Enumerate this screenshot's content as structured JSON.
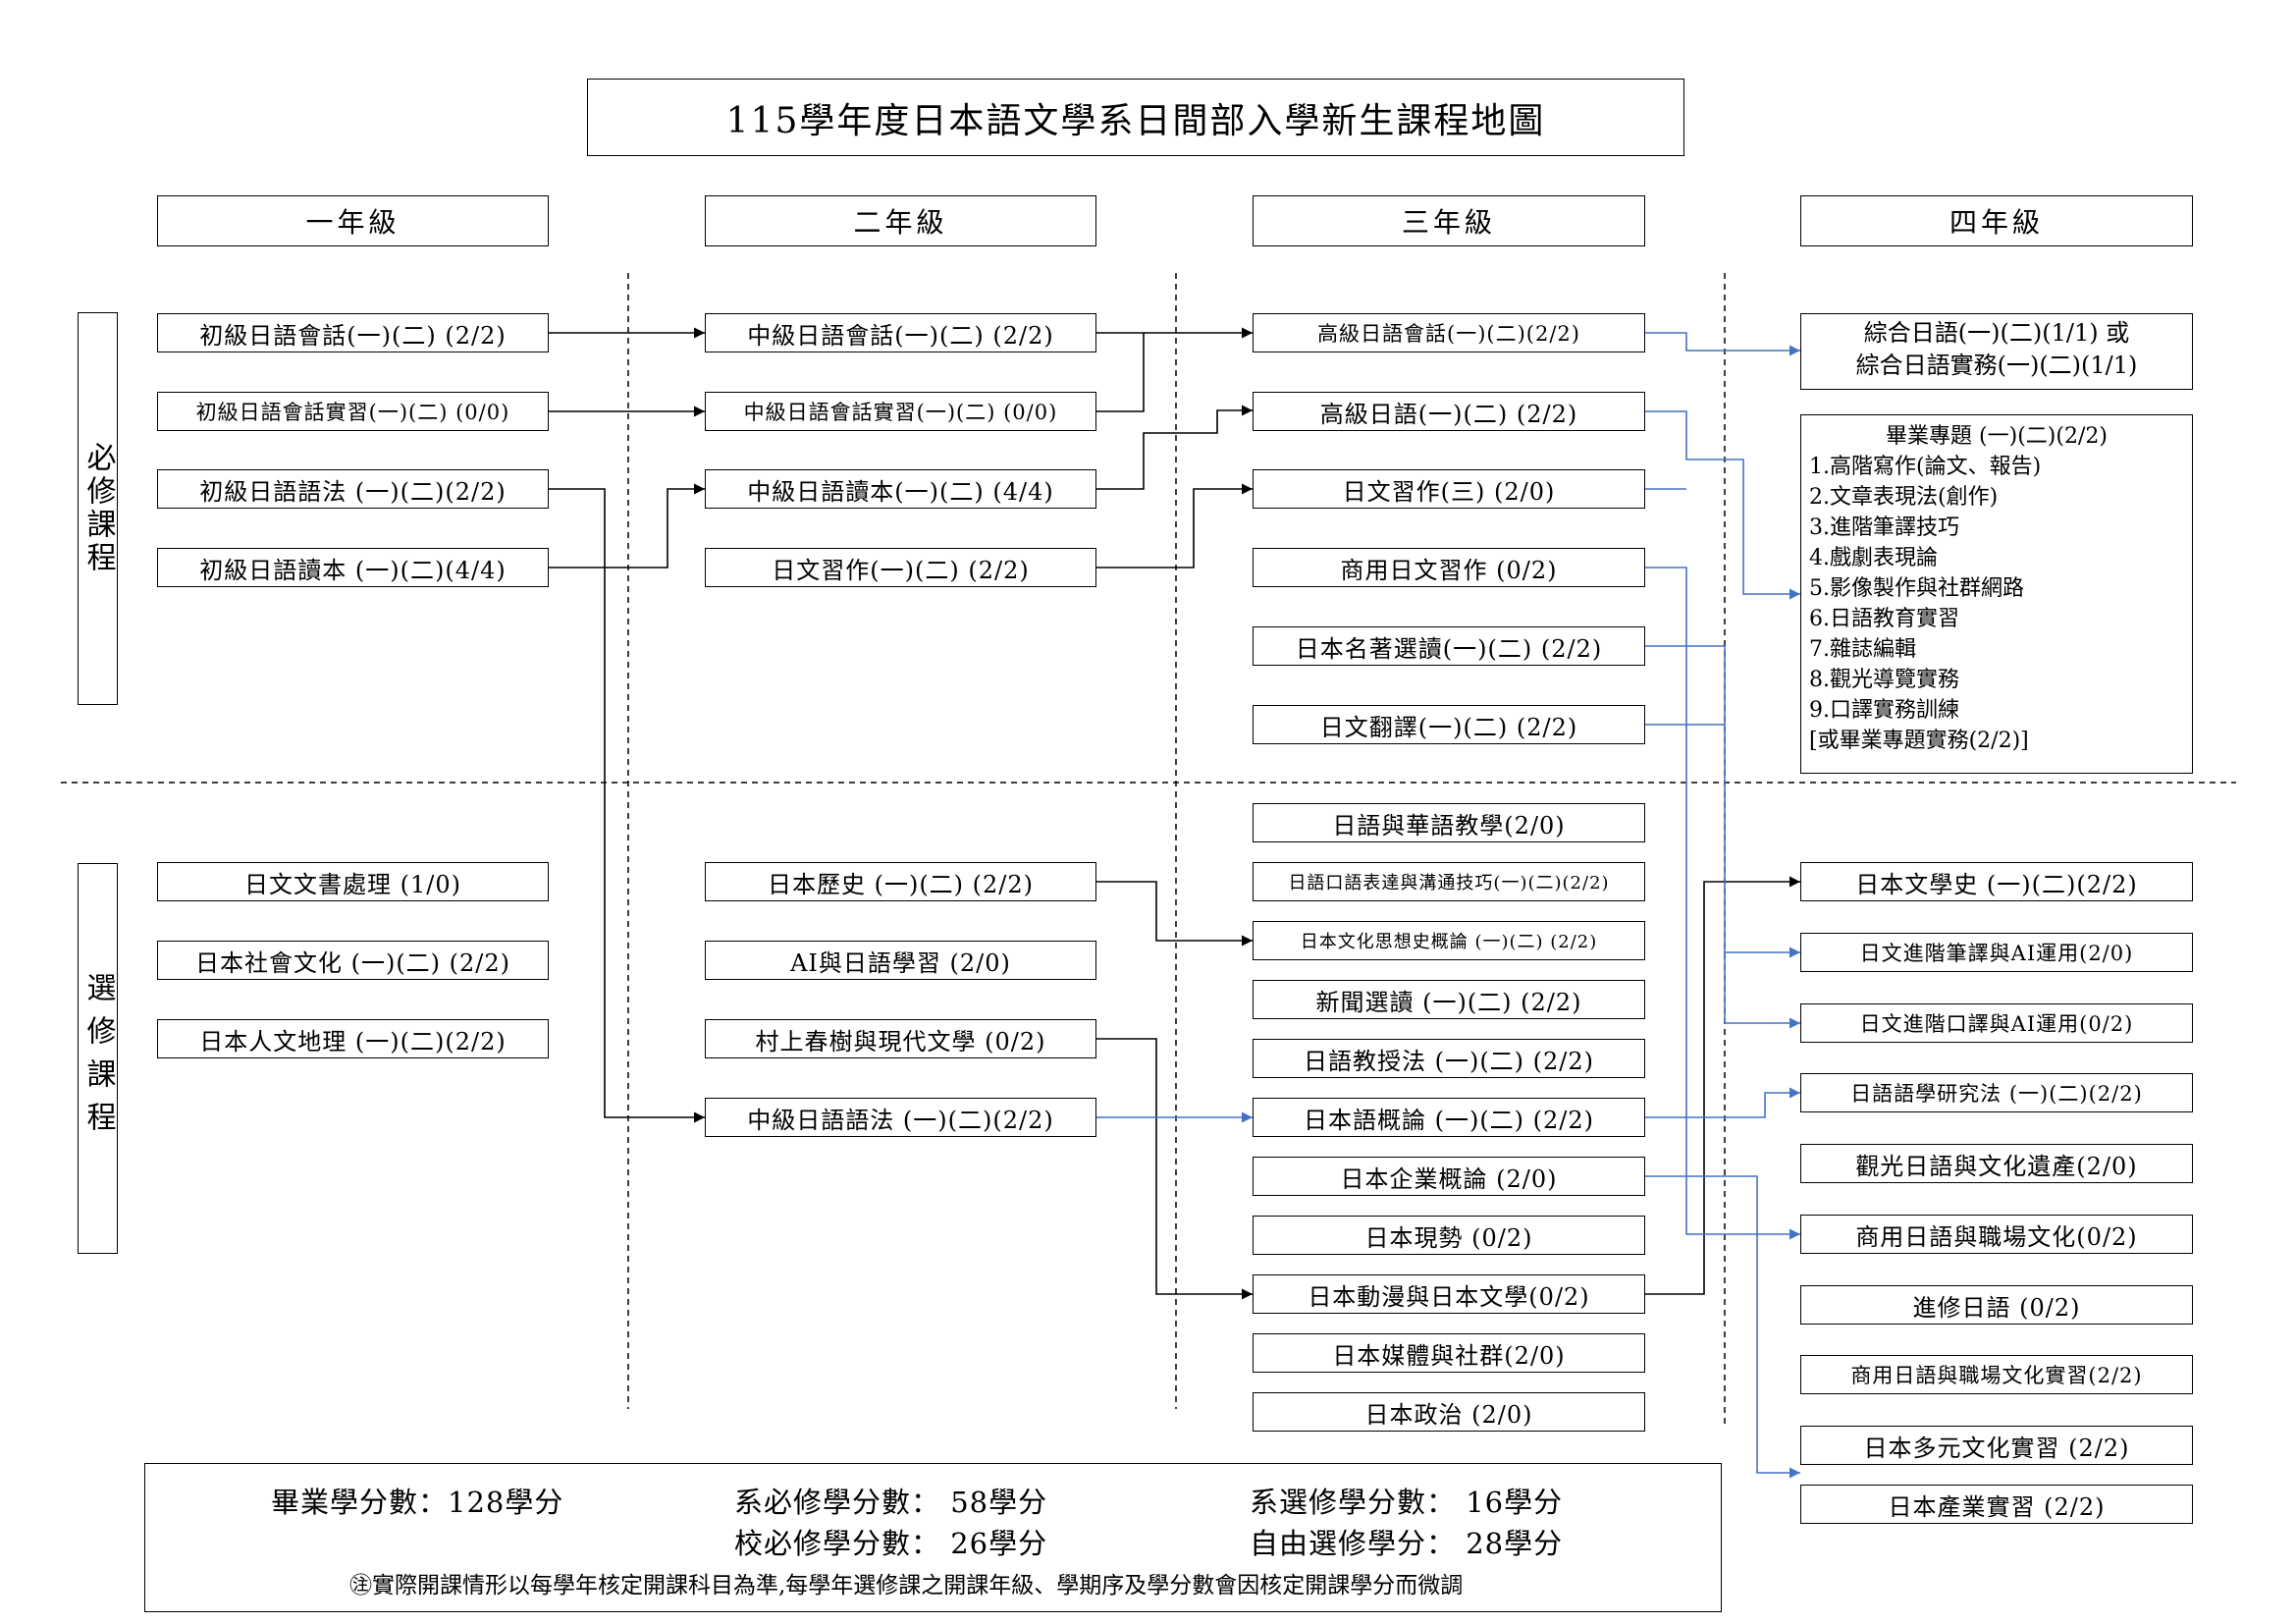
{
  "title": "115學年度日本語文學系日間部入學新生課程地圖",
  "grades": [
    "一年級",
    "二年級",
    "三年級",
    "四年級"
  ],
  "sections": {
    "required": "必修課程",
    "elective": "選修課程"
  },
  "required": {
    "y1": [
      "初級日語會話(一)(二) (2/2)",
      "初級日語會話實習(一)(二) (0/0)",
      "初級日語語法 (一)(二)(2/2)",
      "初級日語讀本 (一)(二)(4/4)"
    ],
    "y2": [
      "中級日語會話(一)(二) (2/2)",
      "中級日語會話實習(一)(二) (0/0)",
      "中級日語讀本(一)(二) (4/4)",
      "日文習作(一)(二) (2/2)"
    ],
    "y3": [
      "高級日語會話(一)(二)(2/2)",
      "高級日語(一)(二) (2/2)",
      "日文習作(三) (2/0)",
      "商用日文習作 (0/2)",
      "日本名著選讀(一)(二) (2/2)",
      "日文翻譯(一)(二) (2/2)"
    ],
    "y4_synthesis": [
      "綜合日語(一)(二)(1/1) 或",
      "綜合日語實務(一)(二)(1/1)"
    ],
    "y4_capstone": {
      "head": "畢業專題 (一)(二)(2/2)",
      "items": [
        "1.高階寫作(論文、報告)",
        "2.文章表現法(創作)",
        "3.進階筆譯技巧",
        "4.戲劇表現論",
        "5.影像製作與社群網路",
        "6.日語教育實習",
        "7.雜誌編輯",
        "8.觀光導覽實務",
        "9.口譯實務訓練",
        "[或畢業專題實務(2/2)]"
      ]
    }
  },
  "elective": {
    "y1": [
      "日文文書處理 (1/0)",
      "日本社會文化 (一)(二) (2/2)",
      "日本人文地理 (一)(二)(2/2)"
    ],
    "y2": [
      "日本歷史 (一)(二) (2/2)",
      "AI與日語學習 (2/0)",
      "村上春樹與現代文學 (0/2)",
      "中級日語語法 (一)(二)(2/2)"
    ],
    "y3": [
      "日語與華語教學(2/0)",
      "日語口語表達與溝通技巧(一)(二)(2/2)",
      "日本文化思想史概論 (一)(二) (2/2)",
      "新聞選讀 (一)(二) (2/2)",
      "日語教授法 (一)(二) (2/2)",
      "日本語概論 (一)(二) (2/2)",
      "日本企業概論 (2/0)",
      "日本現勢 (0/2)",
      "日本動漫與日本文學(0/2)",
      "日本媒體與社群(2/0)",
      "日本政治 (2/0)"
    ],
    "y4": [
      "日本文學史 (一)(二)(2/2)",
      "日文進階筆譯與AI運用(2/0)",
      "日文進階口譯與AI運用(0/2)",
      "日語語學研究法 (一)(二)(2/2)",
      "觀光日語與文化遺產(2/0)",
      "商用日語與職場文化(0/2)",
      "進修日語 (0/2)",
      "商用日語與職場文化實習(2/2)",
      "日本多元文化實習 (2/2)",
      "日本產業實習 (2/2)"
    ]
  },
  "credits": {
    "graduation": "畢業學分數：128學分",
    "dept_required": "系必修學分數： 58學分",
    "dept_elective": "系選修學分數： 16學分",
    "school_required": "校必修學分數： 26學分",
    "free_elective": "自由選修學分： 28學分",
    "note": "㊟實際開課情形以每學年核定開課科目為準,每學年選修課之開課年級、學期序及學分數會因核定開課學分而微調"
  },
  "colors": {
    "black_arrow": "#000000",
    "blue_arrow": "#4472C4"
  }
}
